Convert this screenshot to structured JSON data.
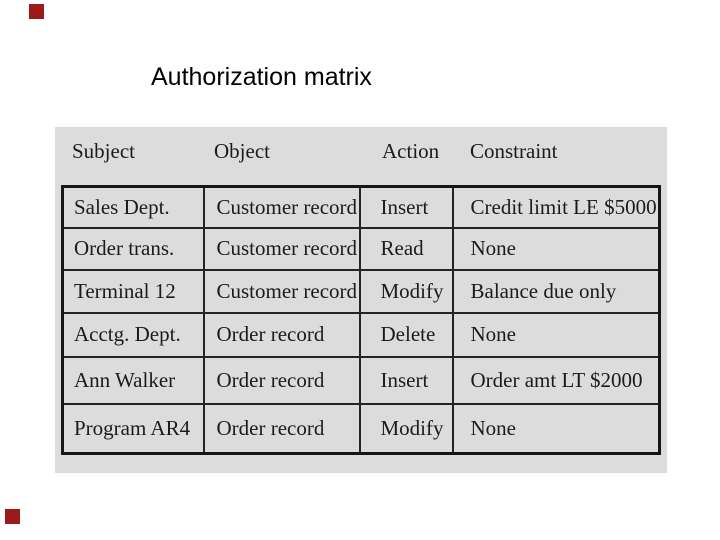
{
  "slide": {
    "title": "Authorization matrix"
  },
  "decorations": {
    "square_color": "#9b1b1b",
    "square_css": "background:#9b1b1b"
  },
  "theme": {
    "panel_background": "#dcdcdc",
    "table_line_color": "#1f1f1f",
    "text_color": "#1b1b1b"
  },
  "matrix": {
    "columns": [
      "Subject",
      "Object",
      "Action",
      "Constraint"
    ],
    "rows": [
      {
        "subject": "Sales Dept.",
        "object": "Customer record",
        "action": "Insert",
        "constraint": "Credit limit LE $5000"
      },
      {
        "subject": "Order trans.",
        "object": "Customer record",
        "action": "Read",
        "constraint": "None"
      },
      {
        "subject": "Terminal 12",
        "object": "Customer record",
        "action": "Modify",
        "constraint": "Balance due only"
      },
      {
        "subject": "Acctg. Dept.",
        "object": "Order record",
        "action": "Delete",
        "constraint": "None"
      },
      {
        "subject": "Ann Walker",
        "object": "Order record",
        "action": "Insert",
        "constraint": "Order amt LT $2000"
      },
      {
        "subject": "Program AR4",
        "object": "Order record",
        "action": "Modify",
        "constraint": "None"
      }
    ]
  }
}
